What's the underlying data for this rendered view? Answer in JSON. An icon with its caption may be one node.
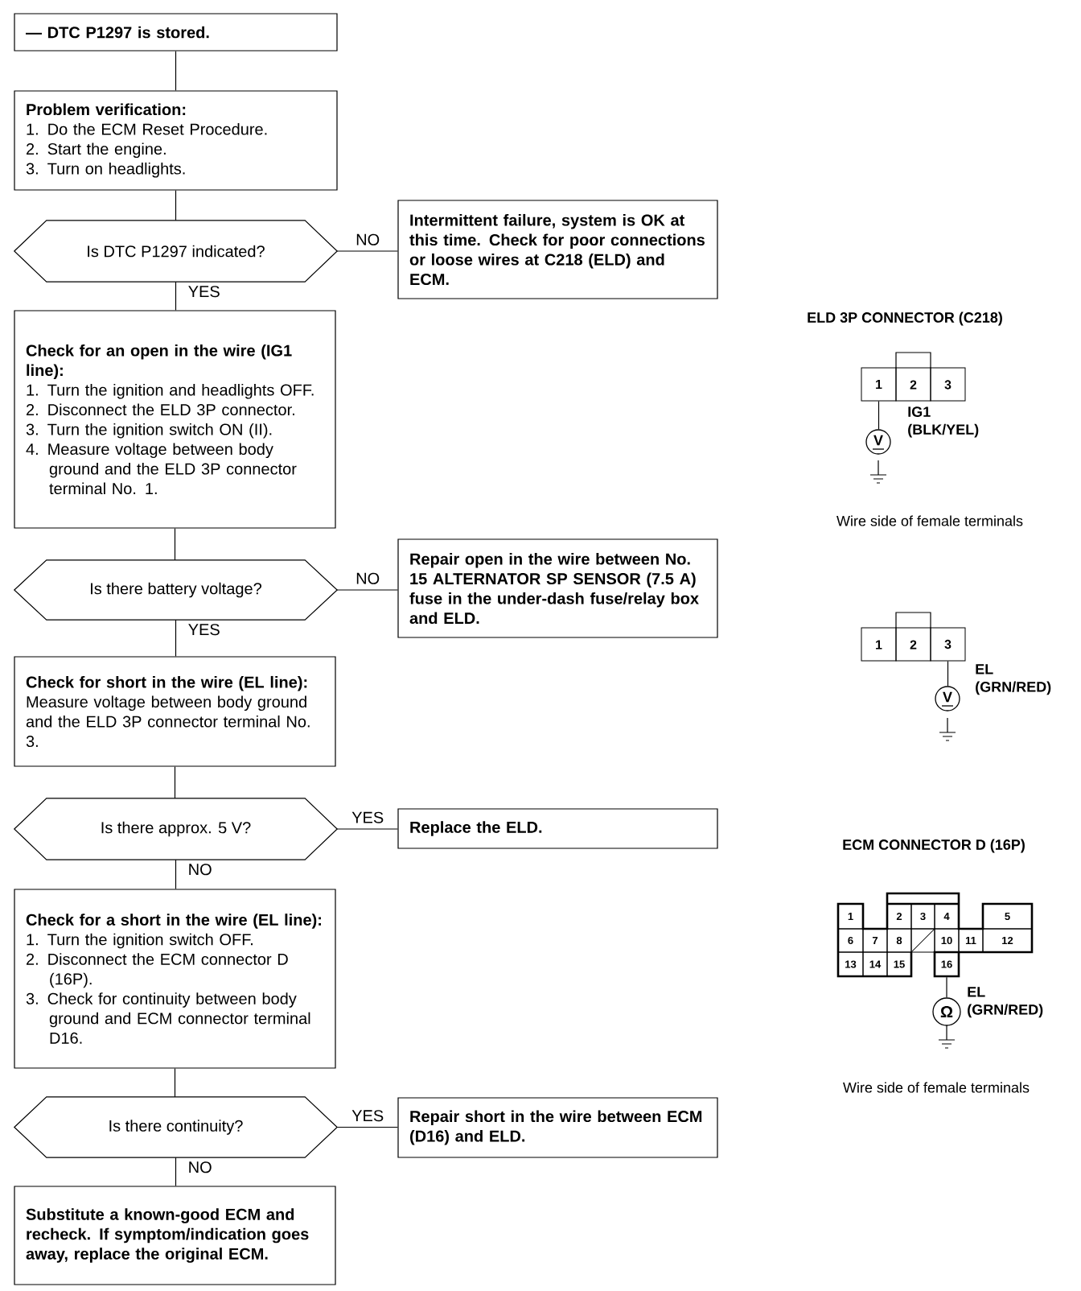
{
  "diagram": {
    "nodes": [
      {
        "text": [
          "— DTC P1297 is stored."
        ]
      },
      {
        "text": [
          "Problem verification:",
          "1. Do the ECM Reset Procedure.",
          "2. Start the engine.",
          "3. Turn on headlights."
        ]
      },
      {
        "text": [
          "Is DTC P1297 indicated?"
        ]
      },
      {
        "text": [
          "Intermittent failure, system is OK at this time. Check for poor connections or loose wires at C218 (ELD) and ECM."
        ]
      },
      {
        "text": [
          "Check for an open in the wire (IG1 line):",
          "1. Turn the ignition and headlights OFF.",
          "2. Disconnect the ELD 3P connector.",
          "3. Turn the ignition switch ON (II).",
          "4. Measure voltage between body ground and the ELD 3P connector terminal No. 1."
        ]
      },
      {
        "text": [
          "Is there battery voltage?"
        ]
      },
      {
        "text": [
          "Repair open in the wire between No. 15 ALTERNATOR SP SENSOR (7.5 A) fuse in the under-dash fuse/relay box and ELD."
        ]
      },
      {
        "text": [
          "Check for short in the wire (EL line):",
          "Measure voltage between body ground and the ELD 3P connector terminal No. 3."
        ]
      },
      {
        "text": [
          "Is there approx. 5 V?"
        ]
      },
      {
        "text": [
          "Replace the ELD."
        ]
      },
      {
        "text": [
          "Check for a short in the wire (EL line):",
          "1. Turn the ignition switch OFF.",
          "2. Disconnect the ECM connector D (16P).",
          "3. Check for continuity between body ground and ECM connector terminal D16."
        ]
      },
      {
        "text": [
          "Is there continuity?"
        ]
      },
      {
        "text": [
          "Repair short in the wire between ECM (D16) and ELD."
        ]
      },
      {
        "text": [
          "Substitute a known-good ECM and recheck. If symptom/indication goes away, replace the original ECM."
        ]
      },
      {
        "text": [
          "1"
        ]
      },
      {
        "text": [
          "V"
        ]
      },
      {
        "text": [
          "3"
        ]
      },
      {
        "text": [
          "V"
        ]
      },
      {
        "text": [
          "16"
        ]
      },
      {
        "text": [
          "Ω"
        ]
      }
    ],
    "edges": [
      {
        "from": 0,
        "to": 1,
        "arrow": "none"
      },
      {
        "from": 1,
        "to": 2,
        "arrow": "none"
      },
      {
        "from": 2,
        "to": 3,
        "arrow": "none",
        "label": "NO"
      },
      {
        "from": 2,
        "to": 4,
        "arrow": "none",
        "label": "YES"
      },
      {
        "from": 4,
        "to": 5,
        "arrow": "none"
      },
      {
        "from": 5,
        "to": 6,
        "arrow": "none",
        "label": "NO"
      },
      {
        "from": 5,
        "to": 7,
        "arrow": "none",
        "label": "YES"
      },
      {
        "from": 7,
        "to": 8,
        "arrow": "none"
      },
      {
        "from": 8,
        "to": 9,
        "arrow": "none",
        "label": "YES"
      },
      {
        "from": 8,
        "to": 10,
        "arrow": "none",
        "label": "NO"
      },
      {
        "from": 10,
        "to": 11,
        "arrow": "none"
      },
      {
        "from": 11,
        "to": 12,
        "arrow": "none",
        "label": "YES"
      },
      {
        "from": 11,
        "to": 13,
        "arrow": "none",
        "label": "NO"
      },
      {
        "from": 14,
        "to": 15,
        "arrow": "none"
      },
      {
        "from": 16,
        "to": 17,
        "arrow": "none"
      },
      {
        "from": 18,
        "to": 19,
        "arrow": "none"
      }
    ],
    "labels": [
      "ELD 3P CONNECTOR (C218)",
      "2",
      "3",
      "IG1 (BLK/YEL)",
      "Wire side of female terminals",
      "1",
      "2",
      "EL (GRN/RED)",
      "ECM CONNECTOR D (16P)",
      "1",
      "2",
      "3",
      "4",
      "5",
      "6",
      "7",
      "8",
      "10",
      "11",
      "12",
      "13",
      "14",
      "15",
      "EL (GRN/RED)",
      "Wire side of female terminals"
    ]
  }
}
